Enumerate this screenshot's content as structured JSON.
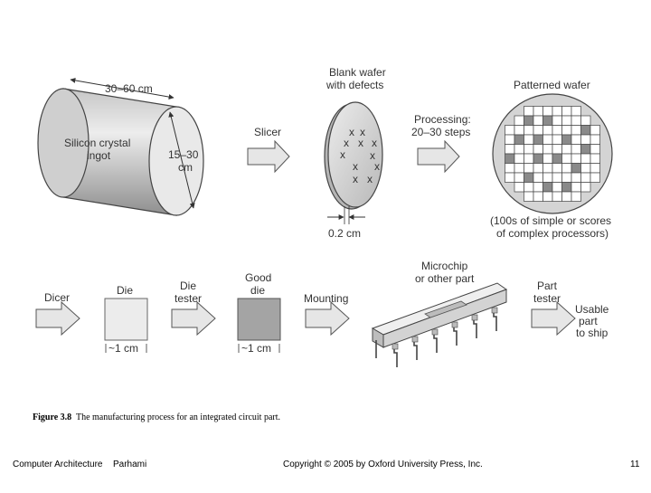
{
  "diagram": {
    "ingot": {
      "length_label": "30–60 cm",
      "name_line1": "Silicon crystal",
      "name_line2": "ingot",
      "diameter_line1": "15–30",
      "diameter_line2": "cm"
    },
    "slicer_label": "Slicer",
    "blank_wafer": {
      "title_line1": "Blank wafer",
      "title_line2": "with defects",
      "defect_mark": "x",
      "thickness_label": "0.2 cm"
    },
    "processing_label_line1": "Processing:",
    "processing_label_line2": "20–30 steps",
    "patterned_wafer": {
      "title": "Patterned wafer",
      "note_line1": "(100s of simple or scores",
      "note_line2": "of complex processors)"
    },
    "dicer_label": "Dicer",
    "die": {
      "title": "Die",
      "size_label": "~1 cm"
    },
    "die_tester_line1": "Die",
    "die_tester_line2": "tester",
    "good_die": {
      "title_line1": "Good",
      "title_line2": "die",
      "size_label": "~1 cm"
    },
    "mounting_label": "Mounting",
    "microchip_line1": "Microchip",
    "microchip_line2": "or other part",
    "part_tester_line1": "Part",
    "part_tester_line2": "tester",
    "usable_line1": "Usable",
    "usable_line2": "part",
    "usable_line3": "to ship"
  },
  "caption": {
    "figure_number": "Figure 3.8",
    "text": "The manufacturing process for an integrated circuit part."
  },
  "footer": {
    "course": "Computer Architecture",
    "author": "Parhami",
    "copyright": "Copyright © 2005 by Oxford University Press, Inc.",
    "page_number": "11"
  },
  "colors": {
    "arrow_fill": "#e6e6e6",
    "good_die_fill": "#a4a4a4",
    "die_fill": "#ececec",
    "chip_body": "#cfcfcf",
    "wafer_fill": "#d4d4d4"
  }
}
